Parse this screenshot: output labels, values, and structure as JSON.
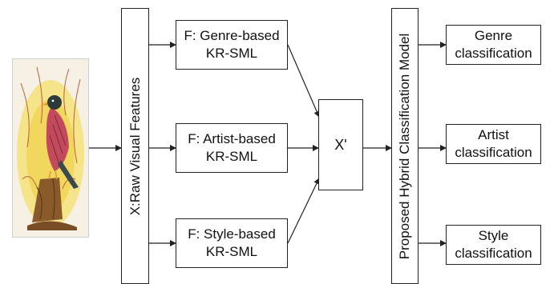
{
  "input_image": {
    "subject": "bird-on-stump-painting"
  },
  "raw_features": {
    "label": "X:Raw Visual Features"
  },
  "kr_sml": [
    {
      "line1": "F: Genre-based",
      "line2": "KR-SML"
    },
    {
      "line1": "F: Artist-based",
      "line2": "KR-SML"
    },
    {
      "line1": "F: Style-based",
      "line2": "KR-SML"
    }
  ],
  "fused": {
    "label": "X'"
  },
  "hybrid_model": {
    "label": "Proposed Hybrid Classification Model"
  },
  "outputs": [
    {
      "line1": "Genre",
      "line2": "classification"
    },
    {
      "line1": "Artist",
      "line2": "classification"
    },
    {
      "line1": "Style",
      "line2": "classification"
    }
  ],
  "colors": {
    "stroke": "#222222",
    "painting_bg": "#f4e27a",
    "bird_body": "#c24a5c",
    "bird_head": "#2e3a3a"
  }
}
